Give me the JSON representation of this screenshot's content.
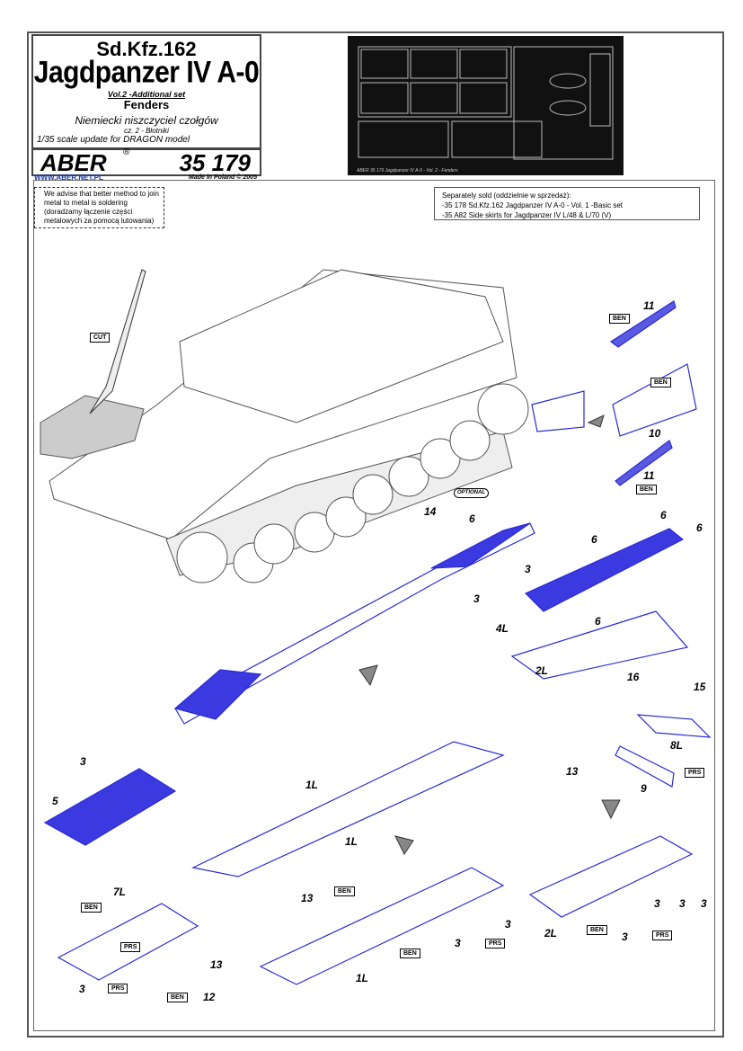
{
  "header": {
    "model": "Sd.Kfz.162",
    "title": "Jagdpanzer IV A-0",
    "volume": "Vol.2 -Additional set",
    "subject": "Fenders",
    "polish_title": "Niemiecki niszczyciel czołgów",
    "polish_sub": "cz. 2 - Błotniki",
    "scale_note": "1/35 scale update for DRAGON model",
    "brand": "ABER",
    "registered": "®",
    "product_code": "35 179",
    "website": "WWW.ABER.NET.PL",
    "made_in": "Made in Poland © 2005"
  },
  "fret": {
    "caption": "ABER   35 179   Jagdpanzer IV A-0 - Vol. 2 - Fenders"
  },
  "advice": {
    "lines": [
      "We advise that better method to join",
      "metal to metal is soldering",
      "(doradzamy łączenie części",
      "metalowych za pomocą lutowania)"
    ]
  },
  "separately_sold": {
    "heading": "Separately sold (oddzielnie w sprzedaż):",
    "items": [
      "-35 178   Sd.Kfz.162 Jagdpanzer IV A-0 - Vol. 1 -Basic set",
      "-35 A82   Side skirts for Jagdpanzer IV L/48 & L/70 (V)"
    ]
  },
  "labels": [
    "11",
    "10",
    "11",
    "14",
    "6",
    "6",
    "6",
    "6",
    "3",
    "3",
    "4L",
    "6",
    "2L",
    "15",
    "16",
    "8L",
    "13",
    "9",
    "3",
    "5",
    "1L",
    "1L",
    "13",
    "7L",
    "13",
    "3",
    "12",
    "3",
    "3",
    "1L",
    "3",
    "3",
    "3",
    "3",
    "2L"
  ],
  "tags": [
    "CUT",
    "BEN",
    "BEN",
    "BEN",
    "OPTIONAL",
    "PRS",
    "BEN",
    "BEN",
    "PRS",
    "PRS",
    "BEN",
    "PRS",
    "BEN",
    "BEN",
    "PRS"
  ],
  "colors": {
    "part": "#2a2ad8",
    "prs": "#2a8a2a",
    "arrow": "#cc2222"
  }
}
